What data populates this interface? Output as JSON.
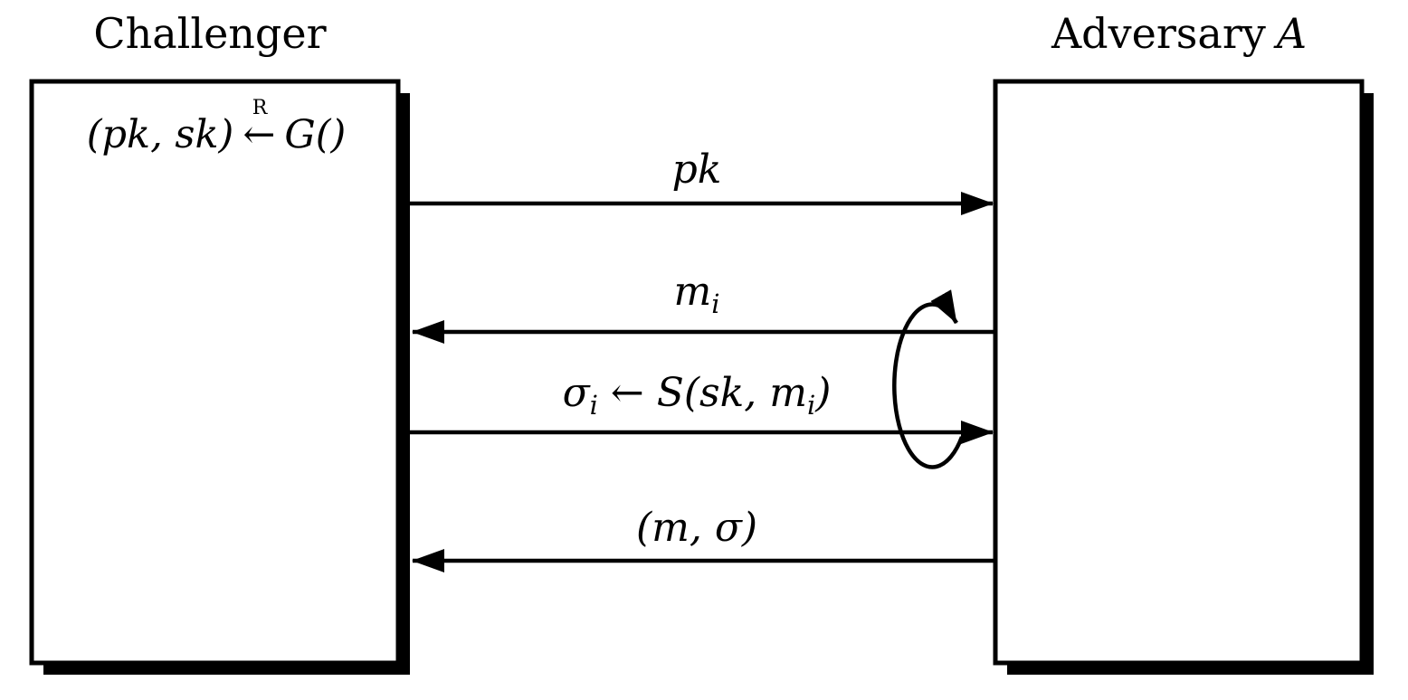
{
  "diagram": {
    "background_color": "#ffffff",
    "line_color": "#000000",
    "challenger": {
      "title": "Challenger",
      "keygen": {
        "lhs": "(pk, sk)",
        "arrow": "←",
        "arrow_superscript": "R",
        "rhs": "G()"
      }
    },
    "adversary": {
      "title": "Adversary",
      "symbol": "A"
    },
    "messages": [
      {
        "id": "pk",
        "from": "challenger",
        "to": "adversary",
        "label": {
          "main": "pk"
        }
      },
      {
        "id": "m_i",
        "from": "adversary",
        "to": "challenger",
        "label": {
          "main": "m",
          "sub": "i"
        }
      },
      {
        "id": "sigma_i",
        "from": "challenger",
        "to": "adversary",
        "label": {
          "p1": "σ",
          "s1": "i",
          "p2": " ← S(sk, m",
          "s2": "i",
          "p3": ")"
        }
      },
      {
        "id": "forgery",
        "from": "adversary",
        "to": "challenger",
        "label": {
          "main": "(m, σ)"
        }
      }
    ],
    "icons": {
      "query_loop": "repeat-loop-arrow"
    }
  }
}
